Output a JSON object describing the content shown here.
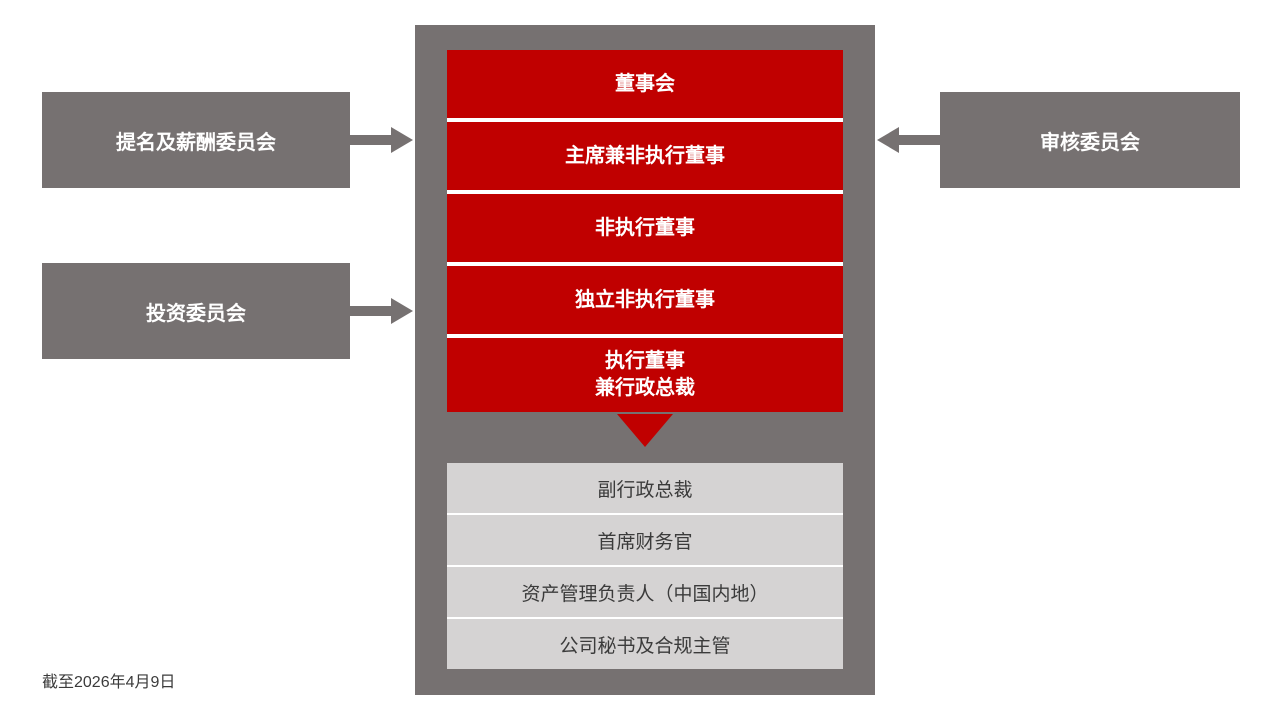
{
  "colors": {
    "red": "#C00000",
    "dark_gray": "#767171",
    "light_gray": "#D5D3D3"
  },
  "left_committees": [
    {
      "label": "提名及薪酬委员会"
    },
    {
      "label": "投资委员会"
    }
  ],
  "right_committees": [
    {
      "label": "审核委员会"
    }
  ],
  "board": {
    "levels": [
      "董事会",
      "主席兼非执行董事",
      "非执行董事",
      "独立非执行董事",
      "执行董事\n兼行政总裁"
    ]
  },
  "management": {
    "levels": [
      "副行政总裁",
      "首席财务官",
      "资产管理负责人（中国内地）",
      "公司秘书及合规主管"
    ]
  },
  "footer": {
    "as_of_date": "截至2026年4月9日"
  }
}
